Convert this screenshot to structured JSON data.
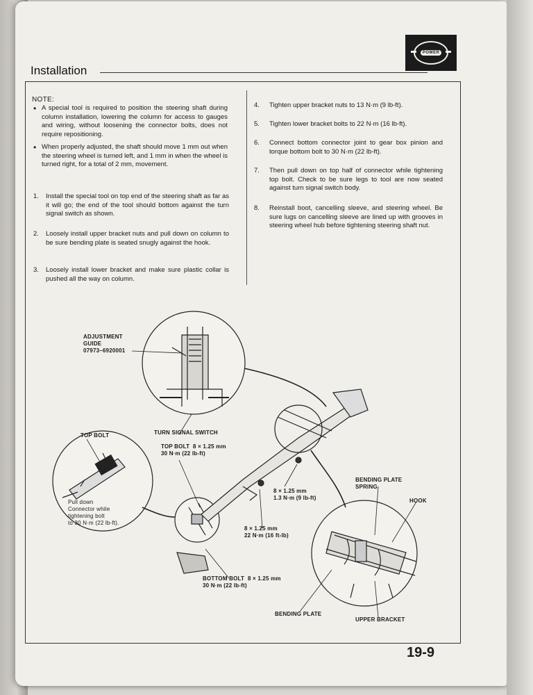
{
  "header": {
    "badge_text": "POWER",
    "section_title": "Installation"
  },
  "note": {
    "heading": "NOTE:",
    "items": [
      "A special tool is required to position the steering shaft during column installation, lowering the column for access to gauges and wiring, without loosening the connector bolts, does not require repositioning.",
      "When properly adjusted, the shaft should move 1 mm out when the steering wheel is turned left, and 1 mm in when the wheel is turned right, for a total of 2 mm, movement."
    ]
  },
  "steps_left": [
    {
      "num": "1.",
      "text": "Install the special tool on top end of the steering shaft as far as it will go; the end of the tool should bottom against the turn signal switch as shown."
    },
    {
      "num": "2.",
      "text": "Loosely install upper bracket nuts and pull down on column to be sure bending plate is seated snugly against the hook."
    },
    {
      "num": "3.",
      "text": "Loosely install lower bracket and make sure plastic collar is pushed all the way on column."
    }
  ],
  "steps_right": [
    {
      "num": "4.",
      "text": "Tighten upper bracket nuts to 13 N·m (9 lb-ft)."
    },
    {
      "num": "5.",
      "text": "Tighten lower bracket bolts to 22 N·m (16 lb-ft)."
    },
    {
      "num": "6.",
      "text": "Connect bottom connector joint to gear box pinion and torque bottom bolt to 30 N·m (22 lb-ft)."
    },
    {
      "num": "7.",
      "text": "Then pull down on top half of connector while tightening top bolt. Check to be sure legs to tool are now seated against turn signal switch body."
    },
    {
      "num": "8.",
      "text": "Reinstall boot, cancelling sleeve, and steering wheel. Be sure lugs on cancelling sleeve are lined up with grooves in steering wheel hub before tightening steering shaft nut."
    }
  ],
  "diagram_labels": {
    "adjustment_guide": "ADJUSTMENT\nGUIDE\n07973–6920001",
    "turn_signal_switch": "TURN SIGNAL SWITCH",
    "top_bolt": "TOP BOLT",
    "top_bolt_spec": "TOP BOLT  8 × 1.25 mm\n30 N·m (22 lb-ft)",
    "pull_down": "Pull down\nConnector while\ntightening bolt\nto 30 N·m (22 lb-ft).",
    "upper_bracket_nut_spec": "8 × 1.25 mm\n1.3 N·m (9 lb-ft)",
    "lower_bracket_spec": "8 × 1.25 mm\n22 N·m (16 ft-lb)",
    "bottom_bolt_spec": "BOTTOM BOLT  8 × 1.25 mm\n30 N·m (22 lb-ft)",
    "bending_plate_spring": "BENDING PLATE\nSPRING",
    "hook": "HOOK",
    "bending_plate": "BENDING PLATE",
    "upper_bracket": "UPPER BRACKET"
  },
  "footer": {
    "page_number": "19-9"
  }
}
